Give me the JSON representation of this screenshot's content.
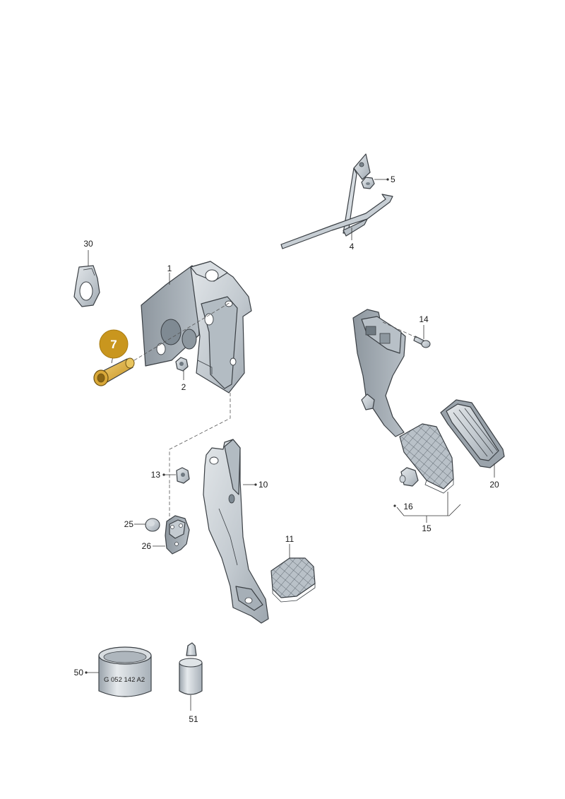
{
  "labels": {
    "p1": "1",
    "p2": "2",
    "p4": "4",
    "p5": "5",
    "p10": "10",
    "p11": "11",
    "p13": "13",
    "p14": "14",
    "p15": "15",
    "p16": "16",
    "p20": "20",
    "p25": "25",
    "p26": "26",
    "p30": "30",
    "p50": "50",
    "p51": "51"
  },
  "highlight": {
    "part_number": "7",
    "badge_color": "#c9961e",
    "part_color": "#e0b040"
  },
  "tube_text": "G 052 142 A2",
  "colors": {
    "part_fill": "#c9d0d6",
    "part_shade": "#a9b2ba",
    "part_light": "#e4e8eb",
    "outline": "#3a3f44"
  }
}
